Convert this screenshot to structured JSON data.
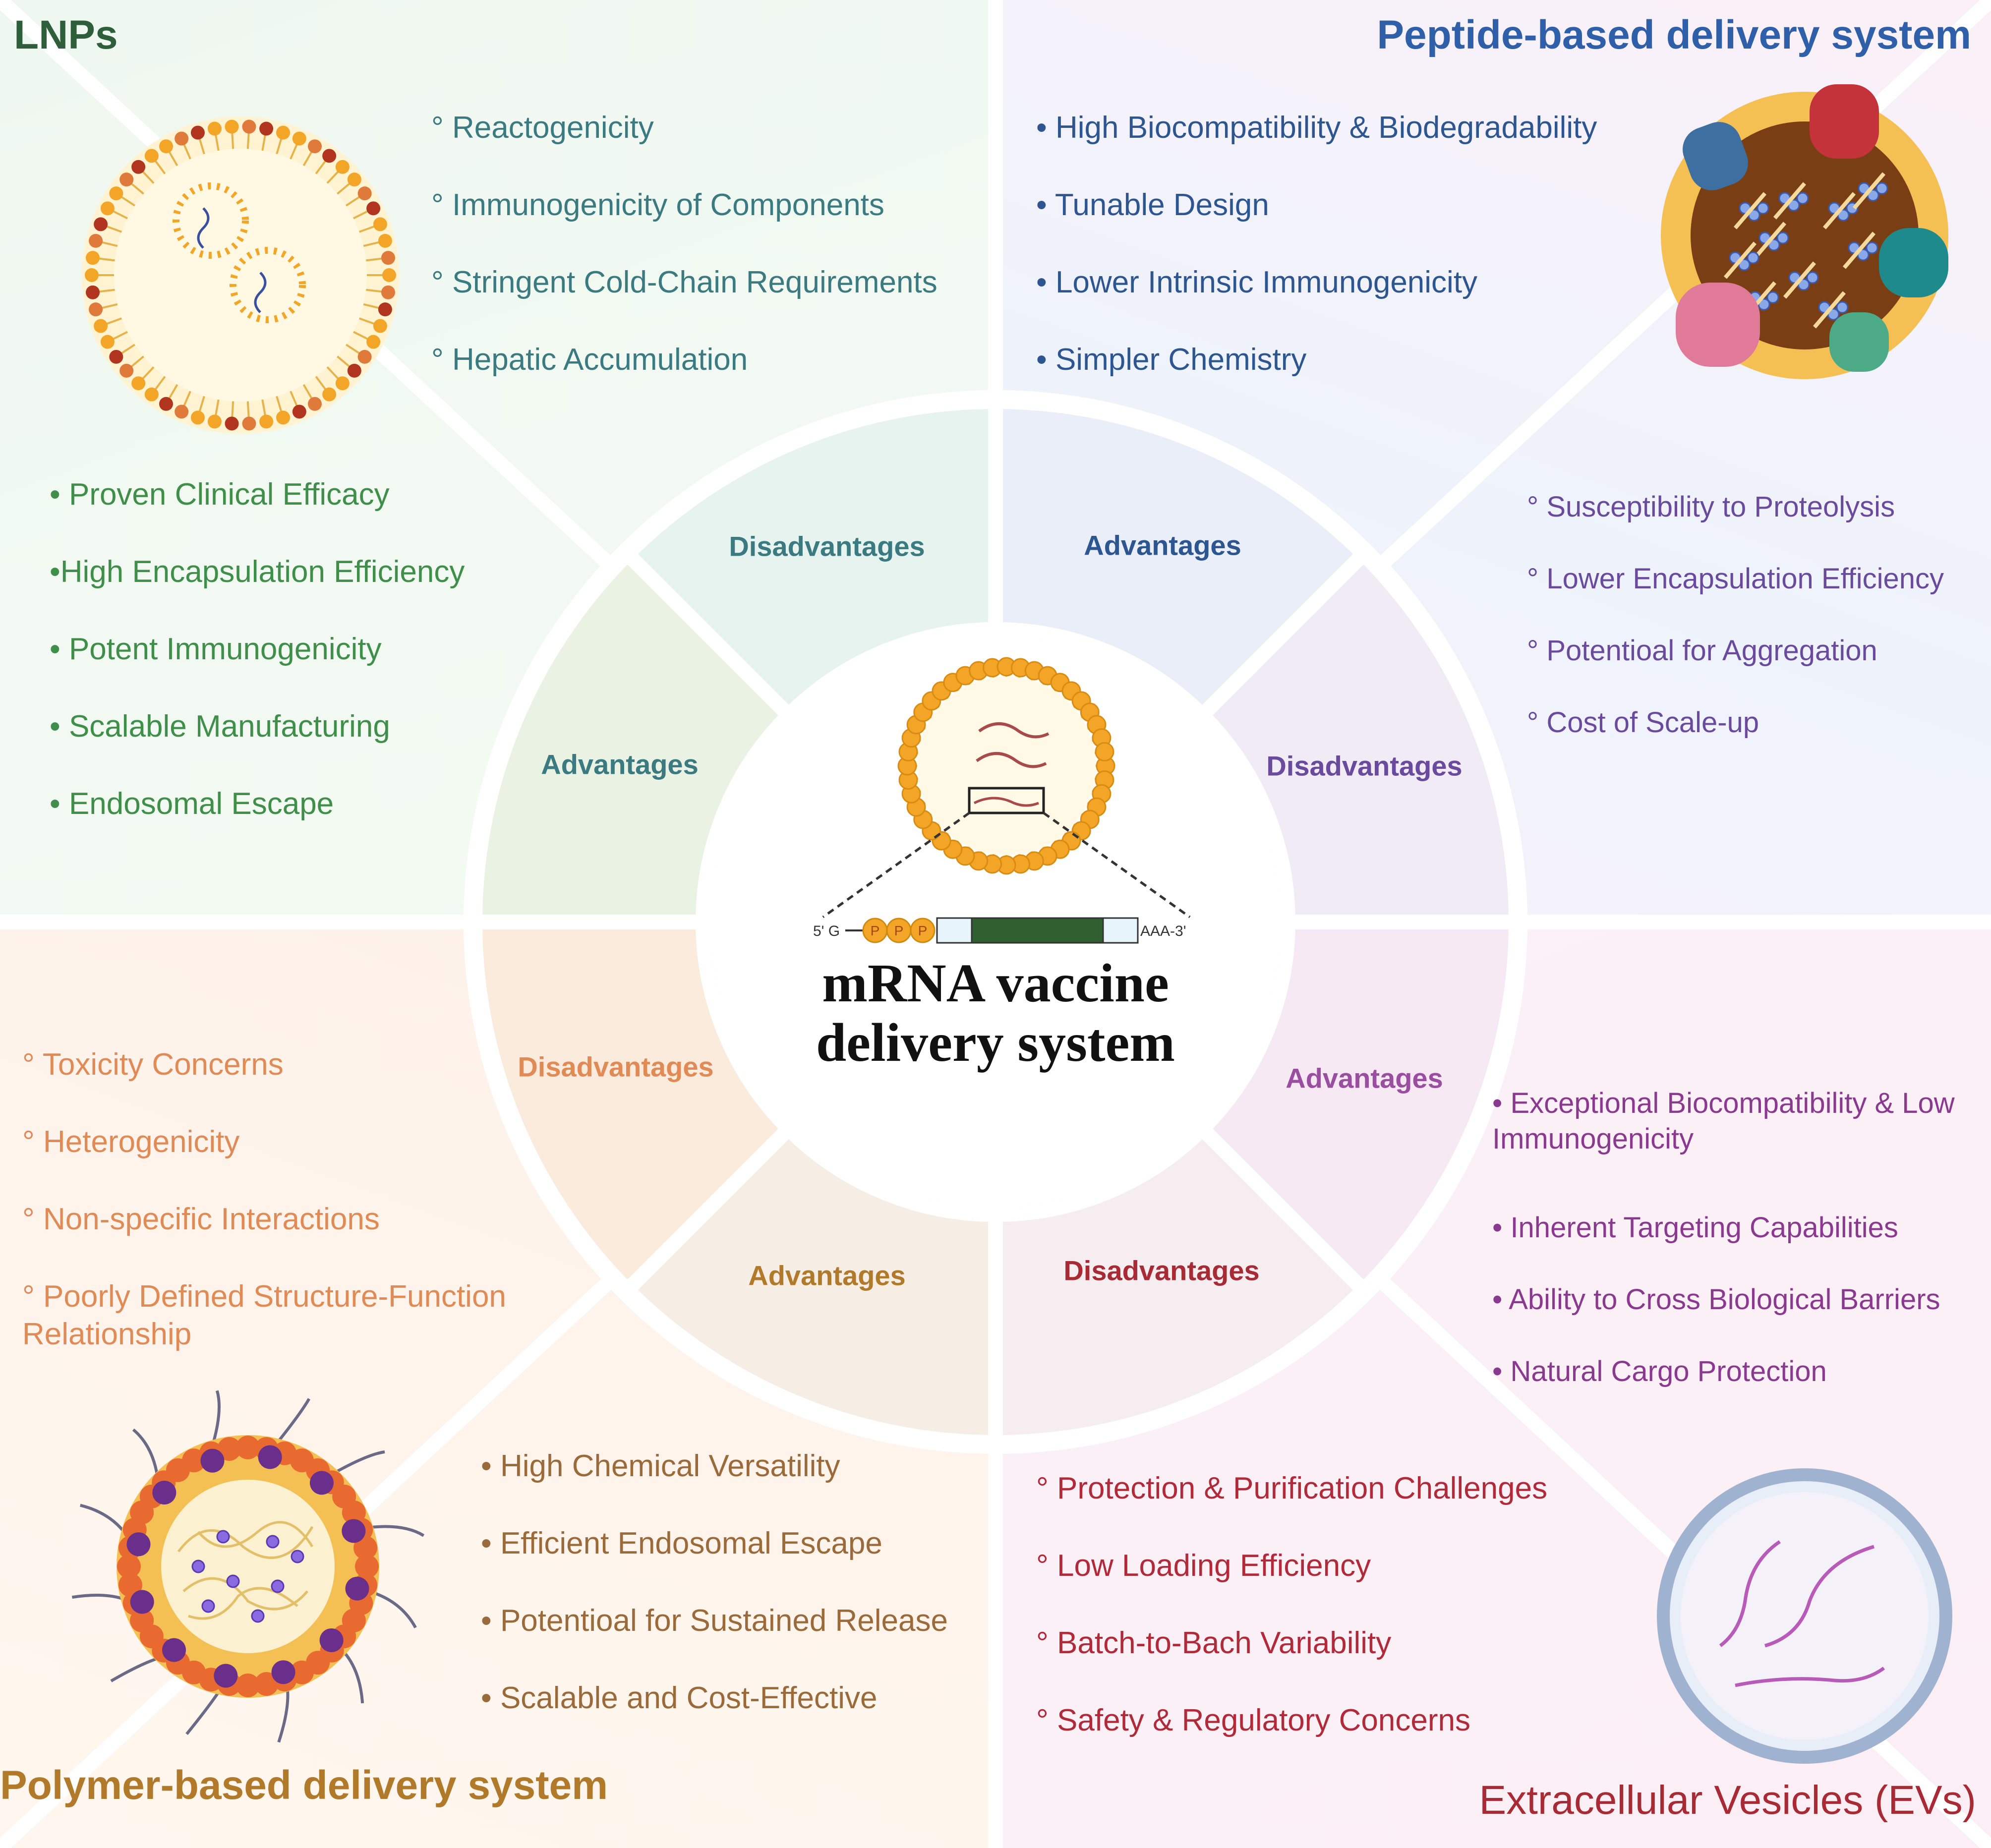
{
  "center": {
    "title_line1": "mRNA vaccine",
    "title_line2": "delivery system",
    "mrna_5prime": "5' G",
    "mrna_cap": "P",
    "mrna_3prime": "AAA-3'"
  },
  "lnps": {
    "title": "LNPs",
    "wedge_disadvantages": "Disadvantages",
    "wedge_advantages": "Advantages",
    "disadvantages": [
      "Reactogenicity",
      "Immunogenicity of Components",
      "Stringent Cold-Chain Requirements",
      "Hepatic Accumulation"
    ],
    "advantages": [
      "Proven Clinical Efficacy",
      "High Encapsulation Efficiency",
      "Potent Immunogenicity",
      "Scalable Manufacturing",
      "Endosomal Escape"
    ],
    "colors": {
      "title": "#2e5f3a",
      "disadv_text": "#3a7a80",
      "adv_text": "#3f8e49",
      "wedge_disadv": "#e7f3ee",
      "wedge_adv": "#eaf2e3",
      "bg": "#f1faf2"
    }
  },
  "peptide": {
    "title": "Peptide-based delivery system",
    "wedge_advantages": "Advantages",
    "wedge_disadvantages": "Disadvantages",
    "advantages": [
      "High Biocompatibility & Biodegradability",
      "Tunable Design",
      "Lower Intrinsic Immunogenicity",
      "Simpler Chemistry"
    ],
    "disadvantages": [
      "Susceptibility to Proteolysis",
      "Lower Encapsulation Efficiency",
      "Potentioal for Aggregation",
      "Cost of Scale-up"
    ],
    "colors": {
      "title": "#2f5fa8",
      "adv_text": "#2d5590",
      "disadv_text": "#6a4a9c",
      "wedge_adv": "#e9eef8",
      "wedge_disadv": "#f0ebf4",
      "bg": "#eef4fb"
    }
  },
  "polymer": {
    "title": "Polymer-based delivery system",
    "wedge_disadvantages": "Disadvantages",
    "wedge_advantages": "Advantages",
    "disadvantages": [
      "Toxicity Concerns",
      " Heterogenicity",
      "Non-specific Interactions",
      "Poorly Defined Structure-Function Relationship"
    ],
    "advantages": [
      "High Chemical Versatility",
      "Efficient Endosomal Escape",
      "Potentioal for Sustained Release",
      "Scalable and Cost-Effective"
    ],
    "colors": {
      "title": "#b07a2a",
      "disadv_text": "#e08a55",
      "adv_text": "#9a6a3a",
      "wedge_disadv": "#fbebdd",
      "wedge_adv": "#f6eee4",
      "bg": "#fdf3ec"
    }
  },
  "evs": {
    "title": "Extracellular Vesicles (EVs)",
    "wedge_advantages": "Advantages",
    "wedge_disadvantages": "Disadvantages",
    "advantages": [
      "Exceptional Biocompatibility & Low Immunogenicity",
      "Inherent Targeting Capabilities",
      "Ability to Cross Biological Barriers",
      "Natural Cargo Protection"
    ],
    "disadvantages": [
      "Protection & Purification Challenges",
      "Low Loading Efficiency",
      "Batch-to-Bach Variability",
      "Safety & Regulatory Concerns"
    ],
    "colors": {
      "title": "#a82a34",
      "adv_text": "#8a3a8e",
      "disadv_text": "#b02a3a",
      "wedge_adv": "#f6e9f3",
      "wedge_disadv": "#f6edf0",
      "bg": "#fbeff6"
    }
  },
  "bullets": {
    "dot": "•",
    "degree": "°"
  }
}
